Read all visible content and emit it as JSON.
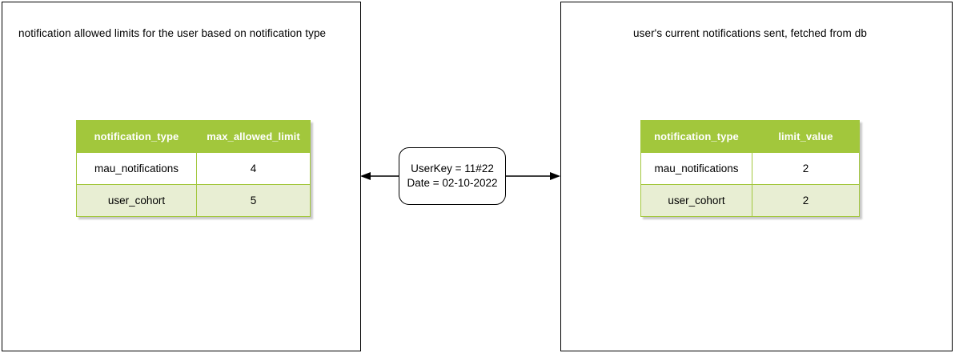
{
  "diagram": {
    "panels": [
      {
        "id": "allowed-limits",
        "title": "notification allowed limits for the user based on notification type",
        "table": {
          "headers": [
            "notification_type",
            "max_allowed_limit"
          ],
          "rows": [
            [
              "mau_notifications",
              "4"
            ],
            [
              "user_cohort",
              "5"
            ]
          ]
        }
      },
      {
        "id": "current-notifications",
        "title": "user's current notifications sent, fetched from db",
        "table": {
          "headers": [
            "notification_type",
            "limit_value"
          ],
          "rows": [
            [
              "mau_notifications",
              "2"
            ],
            [
              "user_cohort",
              "2"
            ]
          ]
        }
      }
    ],
    "connector": {
      "note_line_1": "UserKey = 11#22",
      "note_line_2": "Date = 02-10-2022",
      "left_arrow_icon": "arrow-left-icon",
      "right_arrow_icon": "arrow-right-icon"
    },
    "colors": {
      "header_green": "#a2c73c",
      "row_alt_green": "#e8eed3",
      "row_base": "#ffffff",
      "stroke": "#000000",
      "header_text": "#ffffff"
    }
  }
}
